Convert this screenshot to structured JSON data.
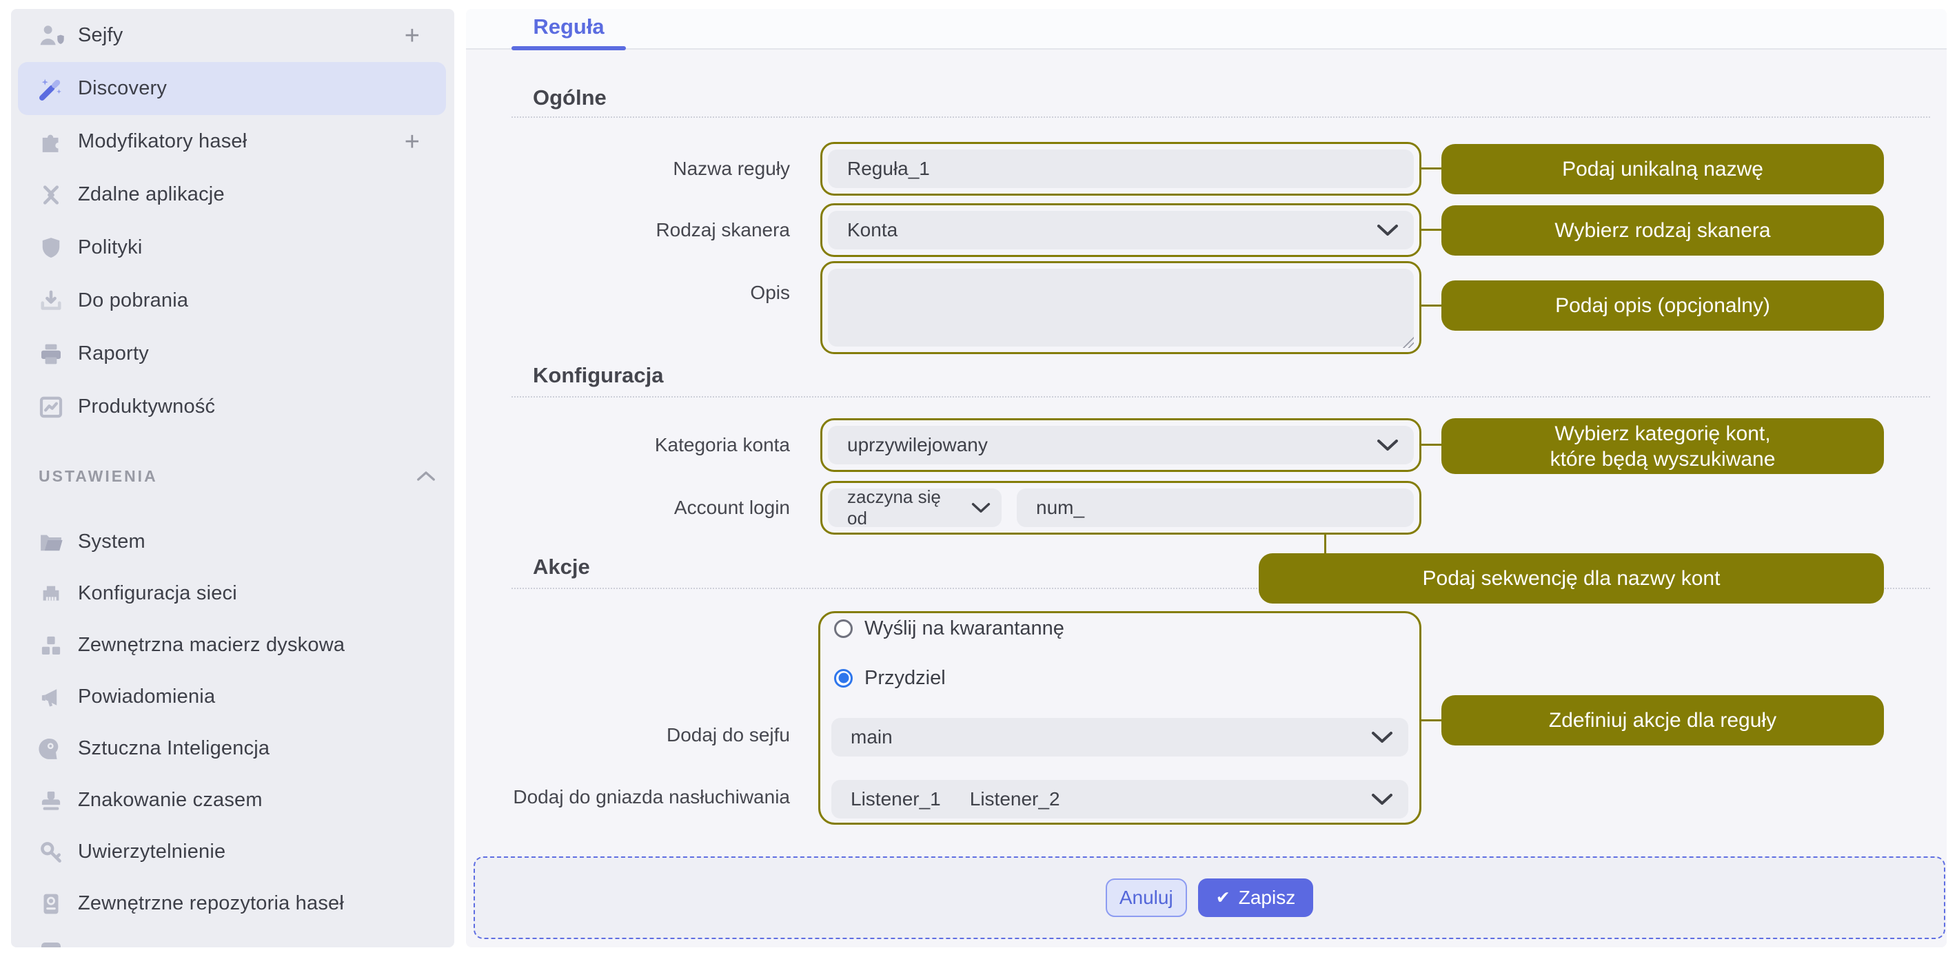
{
  "colors": {
    "accent_blue": "#5B6CE0",
    "olive": "#847D08",
    "radio_blue": "#2E76EC",
    "sidebar_bg": "#ECEDF2",
    "main_bg": "#F5F5F9"
  },
  "sidebar": {
    "section_label": "USTAWIENIA",
    "items": [
      {
        "label": "Sejfy",
        "icon": "user-shield-icon",
        "add": "+"
      },
      {
        "label": "Discovery",
        "icon": "magic-wand-icon",
        "active": true
      },
      {
        "label": "Modyfikatory haseł",
        "icon": "puzzle-icon",
        "add": "+"
      },
      {
        "label": "Zdalne aplikacje",
        "icon": "remote-apps-icon"
      },
      {
        "label": "Polityki",
        "icon": "shield-icon"
      },
      {
        "label": "Do pobrania",
        "icon": "download-icon"
      },
      {
        "label": "Raporty",
        "icon": "printer-icon"
      },
      {
        "label": "Produktywność",
        "icon": "productivity-chart-icon"
      }
    ],
    "settings_items": [
      {
        "label": "System",
        "icon": "folder-icon"
      },
      {
        "label": "Konfiguracja sieci",
        "icon": "network-icon"
      },
      {
        "label": "Zewnętrzna macierz dyskowa",
        "icon": "disk-array-icon"
      },
      {
        "label": "Powiadomienia",
        "icon": "megaphone-icon"
      },
      {
        "label": "Sztuczna Inteligencja",
        "icon": "ai-icon"
      },
      {
        "label": "Znakowanie czasem",
        "icon": "timestamp-icon"
      },
      {
        "label": "Uwierzytelnienie",
        "icon": "key-icon"
      },
      {
        "label": "Zewnętrzne repozytoria haseł",
        "icon": "password-repository-icon"
      }
    ]
  },
  "main": {
    "tab_label": "Reguła",
    "sections": {
      "ogolne": {
        "title": "Ogólne"
      },
      "konfiguracja": {
        "title": "Konfiguracja"
      },
      "akcje": {
        "title": "Akcje"
      }
    },
    "fields": {
      "nazwa_reguly": {
        "label": "Nazwa reguły",
        "value": "Reguła_1"
      },
      "rodzaj_skanera": {
        "label": "Rodzaj skanera",
        "value": "Konta"
      },
      "opis": {
        "label": "Opis",
        "value": ""
      },
      "kategoria_konta": {
        "label": "Kategoria konta",
        "value": "uprzywilejowany"
      },
      "account_login": {
        "label": "Account login",
        "operator": "zaczyna się od",
        "value": "num_"
      },
      "dodaj_do_sejfu": {
        "label": "Dodaj do sejfu",
        "value": "main"
      },
      "dodaj_do_gniazda": {
        "label": "Dodaj do gniazda nasłuchiwania",
        "value_1": "Listener_1",
        "value_2": "Listener_2"
      }
    },
    "radios": {
      "kwarantanna": {
        "label": "Wyślij na kwarantannę",
        "checked": false
      },
      "przydziel": {
        "label": "Przydziel",
        "checked": true
      }
    }
  },
  "callouts": {
    "nazwa": "Podaj unikalną nazwę",
    "rodzaj": "Wybierz rodzaj skanera",
    "opis": "Podaj opis (opcjonalny)",
    "kategoria_line1": "Wybierz kategorię kont,",
    "kategoria_line2": "które będą wyszukiwane",
    "sekwencja": "Podaj sekwencję dla nazwy kont",
    "akcje": "Zdefiniuj akcje dla reguły"
  },
  "footer": {
    "cancel_label": "Anuluj",
    "save_label": "Zapisz",
    "save_icon": "check-icon",
    "check_glyph": "✔"
  }
}
